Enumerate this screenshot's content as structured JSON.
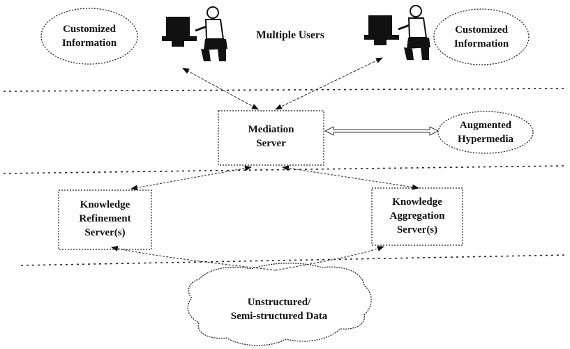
{
  "users": {
    "label": "Multiple Users",
    "left_bubble": "Customized\nInformation",
    "right_bubble": "Customized\nInformation"
  },
  "mediation": {
    "server": "Mediation\nServer",
    "hypermedia": "Augmented\nHypermedia"
  },
  "knowledge": {
    "refinement": "Knowledge\nRefinement\nServer(s)",
    "aggregation": "Knowledge\nAggregation\nServer(s)"
  },
  "data_source": "Unstructured/\nSemi-structured Data",
  "icons": {
    "user_left": "computer-user-icon",
    "user_right": "computer-user-icon"
  }
}
